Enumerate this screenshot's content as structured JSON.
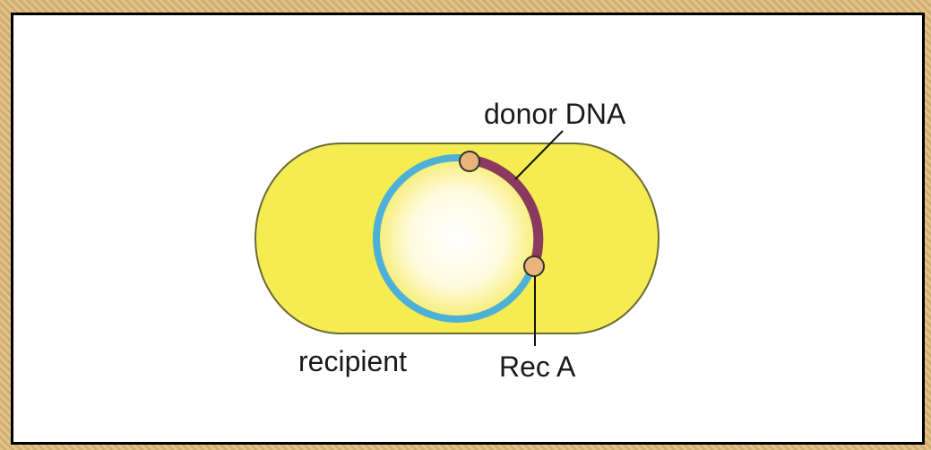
{
  "diagram": {
    "labels": {
      "donor": "donor DNA",
      "recipient": "recipient",
      "recA": "Rec A"
    },
    "colors": {
      "cell_fill": "#f5ec52",
      "cell_stroke": "#6b6b36",
      "recipient_dna": "#4db0d6",
      "donor_dna": "#8a3a5e",
      "recA_fill": "#e9b37a",
      "frame_border": "#d8b77a"
    }
  }
}
